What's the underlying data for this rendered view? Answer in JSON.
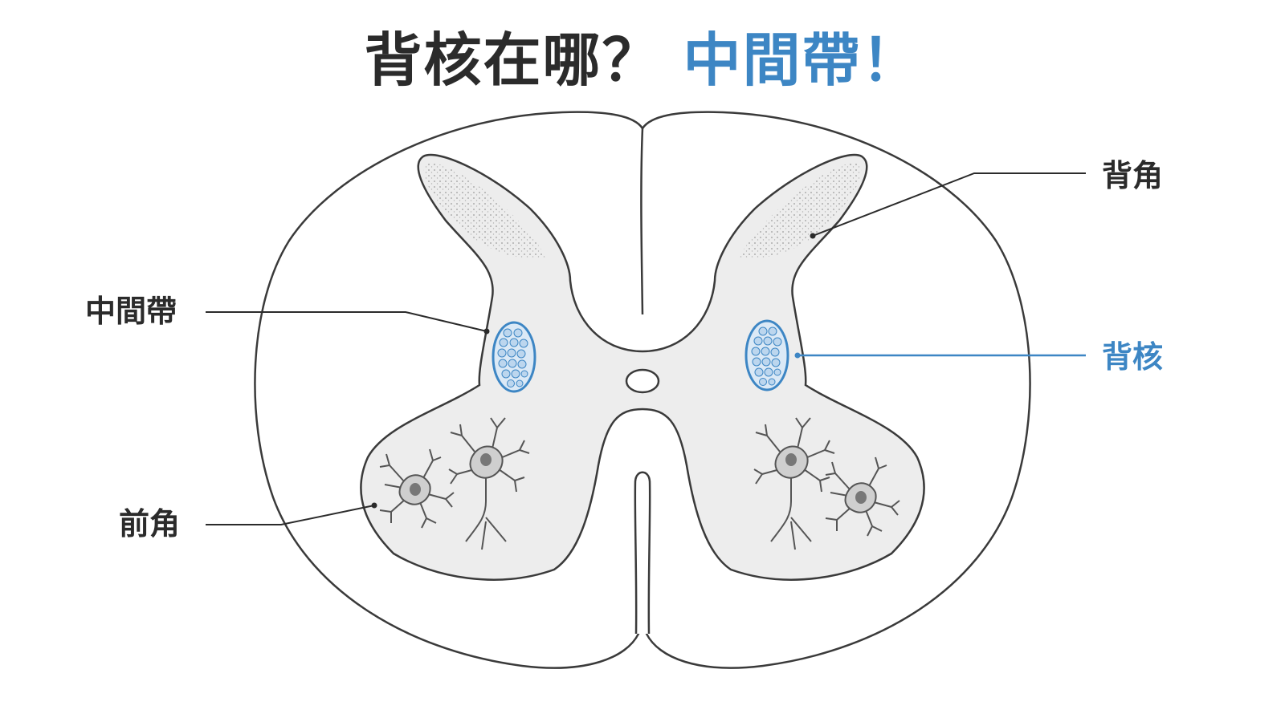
{
  "title": {
    "main": "背核在哪？",
    "highlight": "中間帶！"
  },
  "labels": {
    "dorsal_horn": "背角",
    "intermediate_zone": "中間帶",
    "dorsal_nucleus": "背核",
    "ventral_horn": "前角"
  },
  "colors": {
    "text": "#2b2b2b",
    "accent": "#3d86c4",
    "gray_matter": "#ededed",
    "outline": "#3a3a3a",
    "neuron": "#555555"
  }
}
